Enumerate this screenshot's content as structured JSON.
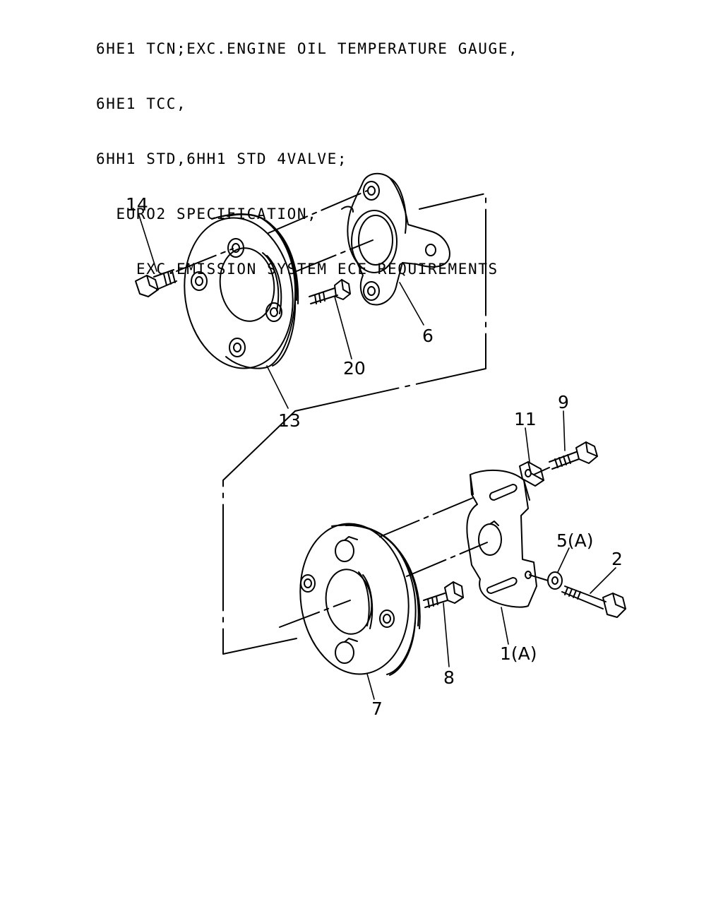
{
  "header": {
    "lines": [
      "6HE1 TCN;EXC.ENGINE OIL TEMPERATURE GAUGE,",
      "6HE1 TCC,",
      "6HH1 STD,6HH1 STD 4VALVE;",
      "  EURO2 SPECIFICATION,",
      "    EXC.EMISSION SYSTEM ECE REQUIREMENTS"
    ]
  },
  "callouts": {
    "c14": "14",
    "c20": "20",
    "c6": "6",
    "c13": "13",
    "c9": "9",
    "c11": "11",
    "c5": "5(A)",
    "c2": "2",
    "c1": "1(A)",
    "c8": "8",
    "c7": "7"
  }
}
